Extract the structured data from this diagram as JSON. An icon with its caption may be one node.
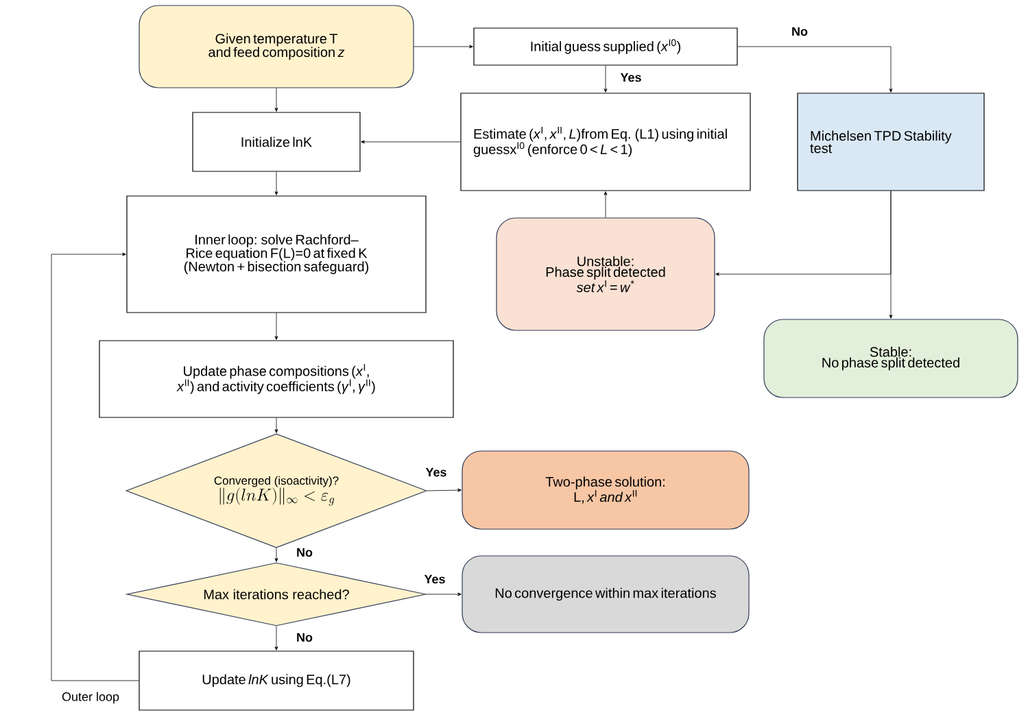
{
  "diagram": {
    "nodes": [
      {
        "text": [
          "Given temperature T and feed composition *z*"
        ]
      },
      {
        "text": [
          "Initial guess supplied (*x*$^{I0}$)"
        ]
      },
      {
        "text": [
          "Initialize lnK"
        ]
      },
      {
        "text": [
          "Estimate (*x*$^{I}$, *x*$^{II}$, *L*)from Eq. (L1) using initial guessx$^{I0}$ (enforce 0 < *L* < 1)"
        ]
      },
      {
        "text": [
          "Michelsen TPD Stability test"
        ]
      },
      {
        "text": [
          "Inner loop: solve Rachford–Rice equation F(L)=0 at fixed K (Newton + bisection safeguard)"
        ]
      },
      {
        "text": [
          "Unstable:",
          "Phase split detected",
          "*set x*$^{I}$ = *w*$^{*}$"
        ]
      },
      {
        "text": [
          "Stable:",
          "No phase split detected"
        ]
      },
      {
        "text": [
          "Update phase compositions (*x*$^{I}$, *x*$^{II}$) and activity coefficients (*γ*$^{I}$, *γ*$^{II}$)"
        ]
      },
      {
        "text": [
          "Converged (isoactivity)?",
          "\\|g(lnK)\\|_\\infty < \\varepsilon_g"
        ]
      },
      {
        "text": [
          "Two-phase solution:",
          "L, *x*$^{I}$ *and x*$^{II}$"
        ]
      },
      {
        "text": [
          "Max iterations reached?"
        ]
      },
      {
        "text": [
          "No convergence within max iterations"
        ]
      },
      {
        "text": [
          "Update *lnK* using Eq.(L7)"
        ]
      }
    ],
    "edges": [
      {
        "from": 0,
        "to": 1,
        "arrow": "to"
      },
      {
        "from": 0,
        "to": 2,
        "arrow": "to"
      },
      {
        "from": 1,
        "to": 3,
        "arrow": "to",
        "label": "Yes"
      },
      {
        "from": 1,
        "to": 4,
        "arrow": "to",
        "label": "No"
      },
      {
        "from": 3,
        "to": 2,
        "arrow": "to"
      },
      {
        "from": 2,
        "to": 5,
        "arrow": "to"
      },
      {
        "from": 4,
        "to": 6,
        "arrow": "to"
      },
      {
        "from": 4,
        "to": 7,
        "arrow": "to"
      },
      {
        "from": 6,
        "to": 3,
        "arrow": "to"
      },
      {
        "from": 5,
        "to": 8,
        "arrow": "to"
      },
      {
        "from": 8,
        "to": 9,
        "arrow": "to"
      },
      {
        "from": 9,
        "to": 10,
        "arrow": "to",
        "label": "Yes"
      },
      {
        "from": 9,
        "to": 11,
        "arrow": "to",
        "label": "No"
      },
      {
        "from": 11,
        "to": 12,
        "arrow": "to",
        "label": "Yes"
      },
      {
        "from": 11,
        "to": 13,
        "arrow": "to",
        "label": "No"
      },
      {
        "from": 13,
        "to": 5,
        "arrow": "to",
        "label": "Outer loop"
      }
    ]
  }
}
